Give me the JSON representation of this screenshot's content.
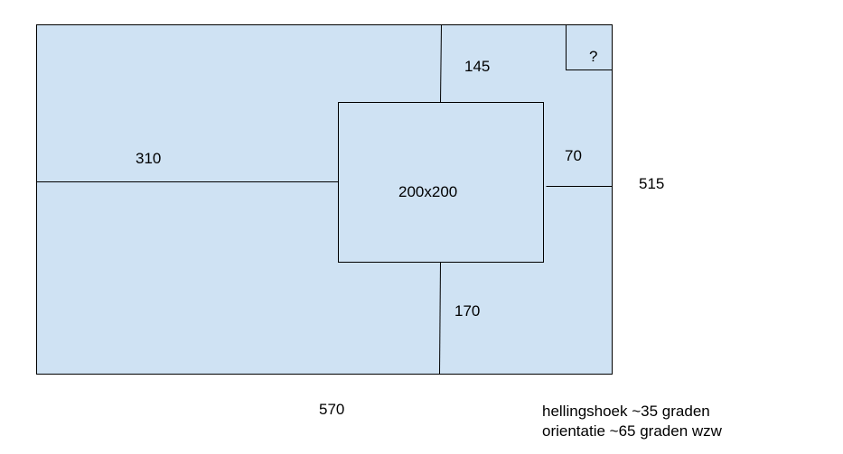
{
  "colors": {
    "fill": "#cfe2f3",
    "stroke": "#000000",
    "text": "#000000"
  },
  "labels": {
    "dim_310": "310",
    "dim_145": "145",
    "dim_70": "70",
    "dim_170": "170",
    "inner_box": "200x200",
    "unknown": "?",
    "outer_height": "515",
    "outer_width": "570"
  },
  "notes": {
    "slope": "hellingshoek ~35 graden",
    "orientation": "orientatie ~65 graden wzw"
  }
}
